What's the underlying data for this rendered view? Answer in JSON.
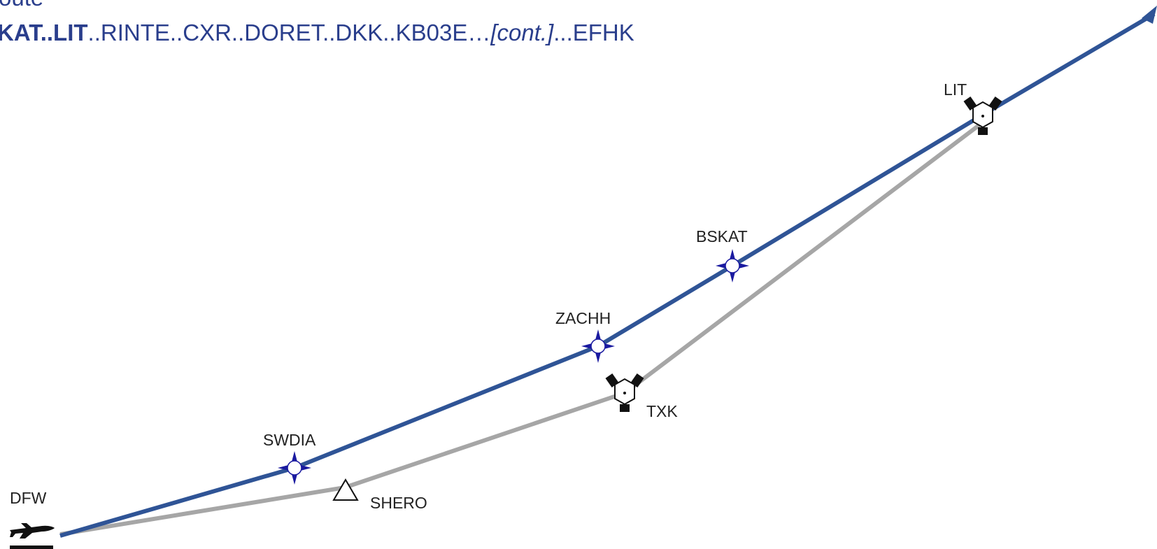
{
  "route_header": {
    "cut_text": "oute",
    "bold_part": "KAT..LIT",
    "middle_part": "..RINTE..CXR..DORET..DKK..KB03E…",
    "cont_part": "[cont.]",
    "end_part": "...EFHK"
  },
  "waypoints": [
    {
      "id": "DFW",
      "label": "DFW",
      "type": "airport"
    },
    {
      "id": "SWDIA",
      "label": "SWDIA",
      "type": "fix"
    },
    {
      "id": "SHERO",
      "label": "SHERO",
      "type": "triangle"
    },
    {
      "id": "ZACHH",
      "label": "ZACHH",
      "type": "fix"
    },
    {
      "id": "TXK",
      "label": "TXK",
      "type": "vortac"
    },
    {
      "id": "BSKAT",
      "label": "BSKAT",
      "type": "fix"
    },
    {
      "id": "LIT",
      "label": "LIT",
      "type": "vortac"
    }
  ],
  "colors": {
    "planned_route": "#2f5496",
    "alternate_route": "#a6a6a6",
    "fix_symbol": "#1a1aa0",
    "text": "#2a3e8c"
  }
}
